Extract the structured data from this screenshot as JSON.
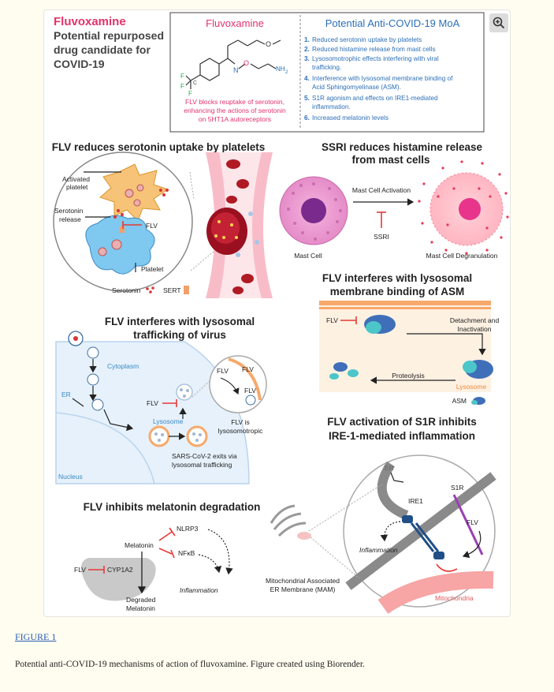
{
  "header": {
    "title_drug": "Fluvoxamine",
    "title_line1": "Potential repurposed",
    "title_line2": "drug candidate for",
    "title_line3": "COVID-19"
  },
  "structure_box": {
    "title": "Fluvoxamine",
    "atoms": {
      "o1": "O",
      "o2": "O",
      "n": "N",
      "nh2": "NH",
      "nh2_sub": "2",
      "f1": "F",
      "f2": "F",
      "f3": "F",
      "c": "C"
    },
    "caption_lines": [
      "FLV blocks reuptake of serotonin,",
      "enhancing the actions of serotonin",
      "on 5HT1A autoreceptors"
    ]
  },
  "moa": {
    "title": "Potential Anti-COVID-19 MoA",
    "items": [
      {
        "num": "1.",
        "lines": [
          "Reduced serotonin uptake by platelets"
        ]
      },
      {
        "num": "2.",
        "lines": [
          "Reduced histamine release from mast cells"
        ]
      },
      {
        "num": "3.",
        "lines": [
          "Lysosomotrophic effects interfering with viral",
          "trafficking."
        ]
      },
      {
        "num": "4.",
        "lines": [
          "Interference with lysosomal membrane binding of",
          "Acid Sphingomyelinase (ASM)."
        ]
      },
      {
        "num": "5.",
        "lines": [
          "S1R agonism and effects on IRE1-mediated",
          "inflammation."
        ]
      },
      {
        "num": "6.",
        "lines": [
          "Increased melatonin levels"
        ]
      }
    ]
  },
  "panel_platelets": {
    "title": "FLV reduces serotonin uptake by platelets",
    "activated_platelet_1": "Activated",
    "activated_platelet_2": "platelet",
    "serotonin_release_1": "Serotonin",
    "serotonin_release_2": "release",
    "flv": "FLV",
    "platelet": "Platelet",
    "legend_serotonin": "Serotonin",
    "legend_sert": "SERT"
  },
  "panel_mast": {
    "title_line1": "SSRI reduces histamine release",
    "title_line2": "from mast cells",
    "activation": "Mast Cell Activation",
    "ssri": "SSRI",
    "mast_cell": "Mast Cell",
    "degranulation": "Mast Cell Degranulation"
  },
  "panel_trafficking": {
    "title_line1": "FLV interferes with lysosomal",
    "title_line2": "trafficking of virus",
    "cytoplasm": "Cytoplasm",
    "er": "ER",
    "flv": "FLV",
    "lysosome": "Lysosome",
    "nucleus": "Nucleus",
    "exit_line1": "SARS-CoV-2 exits via",
    "exit_line2": "lysosomal trafficking",
    "zoom_flv1": "FLV",
    "zoom_flv2": "FLV",
    "zoom_flv3": "FLV",
    "lysosomotropic_1": "FLV is",
    "lysosomotropic_2": "lysosomotropic"
  },
  "panel_asm": {
    "title_line1": "FLV interferes with lysosomal",
    "title_line2": "membrane binding of ASM",
    "flv": "FLV",
    "detach_1": "Detachment and",
    "detach_2": "Inactivation",
    "proteolysis": "Proteolysis",
    "lysosome": "Lysosome",
    "asm": "ASM"
  },
  "panel_s1r": {
    "title_line1": "FLV activation of S1R inhibits",
    "title_line2": "IRE-1-mediated inflammation",
    "er": "ER",
    "s1r": "S1R",
    "ire1": "IRE1",
    "flv": "FLV",
    "inflammation": "Inflammation",
    "mitochondria": "Mitochondria",
    "mam_1": "Mitochondrial Associated",
    "mam_2": "ER Membrane (MAM)"
  },
  "panel_melatonin": {
    "title": "FLV inhibits melatonin degradation",
    "nlrp3": "NLRP3",
    "melatonin": "Melatonin",
    "nfkb": "NFκB",
    "flv": "FLV",
    "cyp": "CYP1A2",
    "inflammation": "Inflammation",
    "degraded_1": "Degraded",
    "degraded_2": "Melatonin"
  },
  "caption": {
    "link": "FIGURE 1",
    "text": "Potential anti-COVID-19 mechanisms of action of fluvoxamine. Figure created using Biorender."
  },
  "colors": {
    "title_pink": "#e2336b",
    "moa_blue": "#2c6fb7",
    "inhibit_red": "#e53935",
    "text_dark": "#222222"
  },
  "icons": {
    "zoom": "zoom-in-icon"
  }
}
